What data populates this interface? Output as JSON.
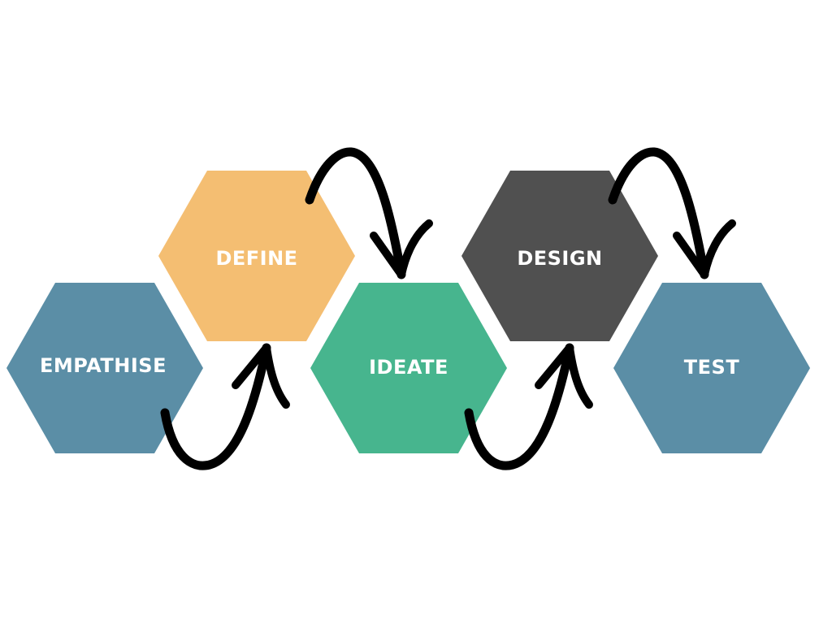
{
  "stages": [
    {
      "label": "EMPATHISE",
      "color": "#5b8ea6"
    },
    {
      "label": "DEFINE",
      "color": "#f4be72"
    },
    {
      "label": "IDEATE",
      "color": "#47b58e"
    },
    {
      "label": "DESIGN",
      "color": "#505050"
    },
    {
      "label": "TEST",
      "color": "#5b8ea6"
    }
  ]
}
